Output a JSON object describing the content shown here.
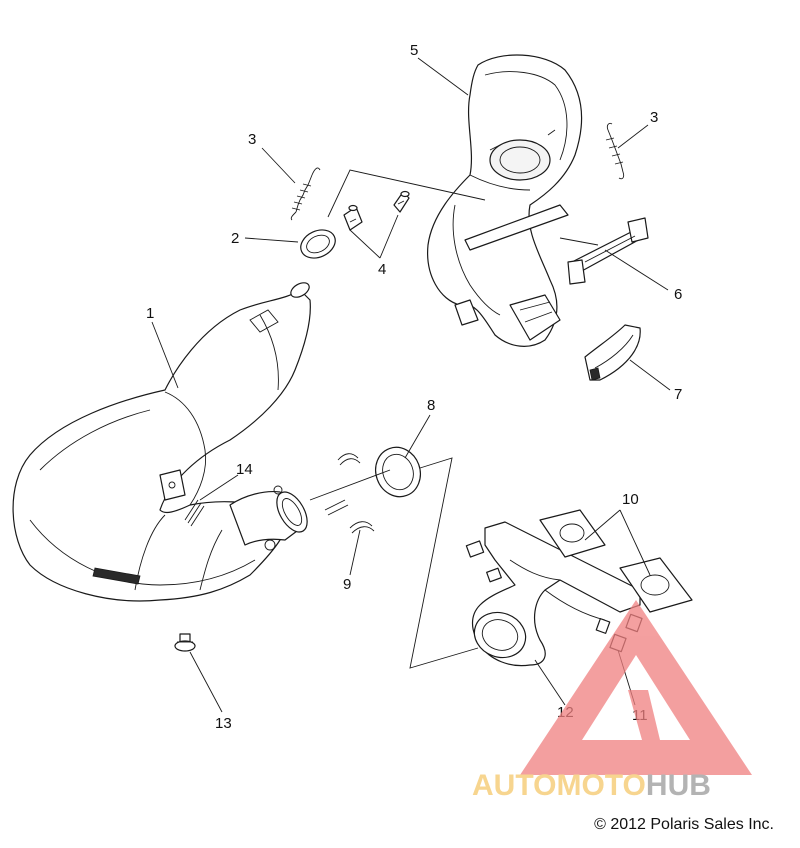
{
  "callouts": {
    "c1": "1",
    "c2": "2",
    "c3a": "3",
    "c3b": "3",
    "c4": "4",
    "c5": "5",
    "c6": "6",
    "c7": "7",
    "c8": "8",
    "c9": "9",
    "c10": "10",
    "c11": "11",
    "c12": "12",
    "c13": "13",
    "c14": "14"
  },
  "watermark": {
    "part_auto": "AUTO",
    "part_moto": "MOTO",
    "part_hub": "HUB",
    "color_auto": "#f5c76a",
    "color_moto": "#f5c76a",
    "color_hub": "#9a9a9a",
    "triangle_color": "#f08080"
  },
  "copyright": "© 2012 Polaris Sales Inc."
}
